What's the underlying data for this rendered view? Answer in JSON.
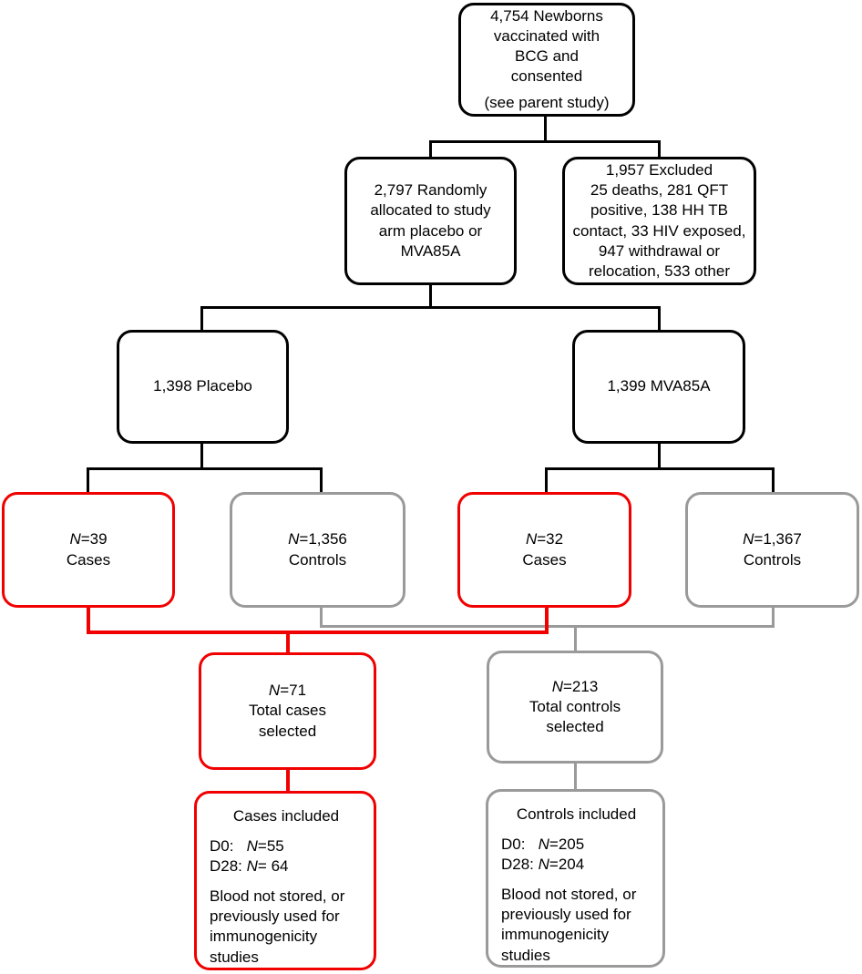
{
  "diagram": {
    "enrollment": {
      "enrolled": "4,754 Newborns\nvaccinated with\nBCG and\nconsented",
      "enrolled_note": "(see parent study)",
      "randomized": "2,797 Randomly\nallocated to study\narm placebo or\nMVA85A",
      "excluded": "1,957 Excluded\n25 deaths, 281 QFT\npositive, 138 HH TB\ncontact, 33 HIV exposed,\n947 withdrawal or\nrelocation, 533 other"
    },
    "arms": {
      "placebo": "1,398 Placebo",
      "mva85a": "1,399 MVA85A"
    },
    "selection": {
      "placebo_cases": "*N*=39\nCases",
      "placebo_controls": "*N*=1,356\nControls",
      "mva85a_cases": "*N*=32\nCases",
      "mva85a_controls": "*N*=1,367\nControls"
    },
    "totals": {
      "total_cases": "*N*=71\nTotal cases\nselected",
      "total_controls": "*N*=213\nTotal controls\nselected"
    },
    "included": {
      "cases_title": "Cases included",
      "cases_counts": "D0:   *N*=55\nD28: *N*= 64",
      "cases_note": "Blood not stored, or\npreviously used for\nimmunogenicity\nstudies",
      "controls_title": "Controls included",
      "controls_counts": "D0:   *N*=205\nD28: *N*=204",
      "controls_note": "Blood not stored, or\npreviously used for\nimmunogenicity\nstudies"
    },
    "colors": {
      "cases_accent": "#f10000",
      "controls_accent": "#9a9a9a",
      "line_color": "#000000"
    }
  }
}
